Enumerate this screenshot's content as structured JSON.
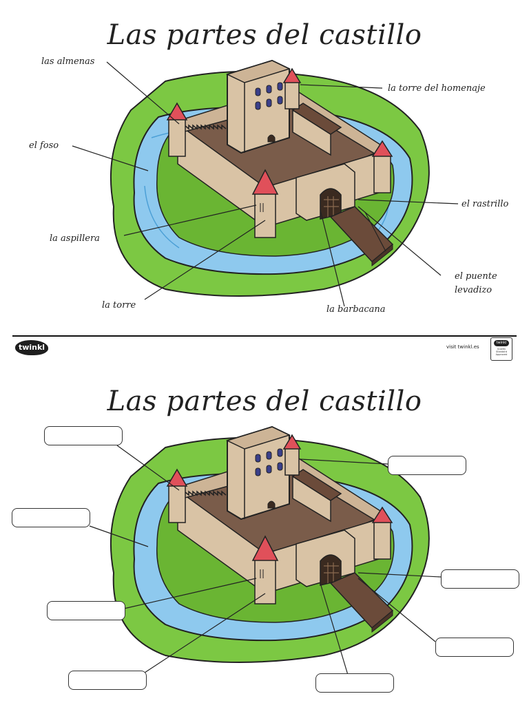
{
  "title": "Las partes del castillo",
  "labels": {
    "almenas": "las almenas",
    "torre_homenaje": "la torre del homenaje",
    "foso": "el foso",
    "rastrillo": "el rastrillo",
    "aspillera": "la aspillera",
    "puente_line1": "el puente",
    "puente_line2": "levadizo",
    "torre": "la torre",
    "barbacana": "la barbacana"
  },
  "footer": {
    "logo_text": "twinkl",
    "visit_text": "visit twinkl.es",
    "badge_top": "twinkl",
    "badge_text": "Quality Standard Approved"
  },
  "colors": {
    "grass": "#7cc843",
    "water": "#8ec9ee",
    "stone": "#d9c3a5",
    "roof": "#e0505a",
    "courtyard": "#7a5c4a"
  }
}
